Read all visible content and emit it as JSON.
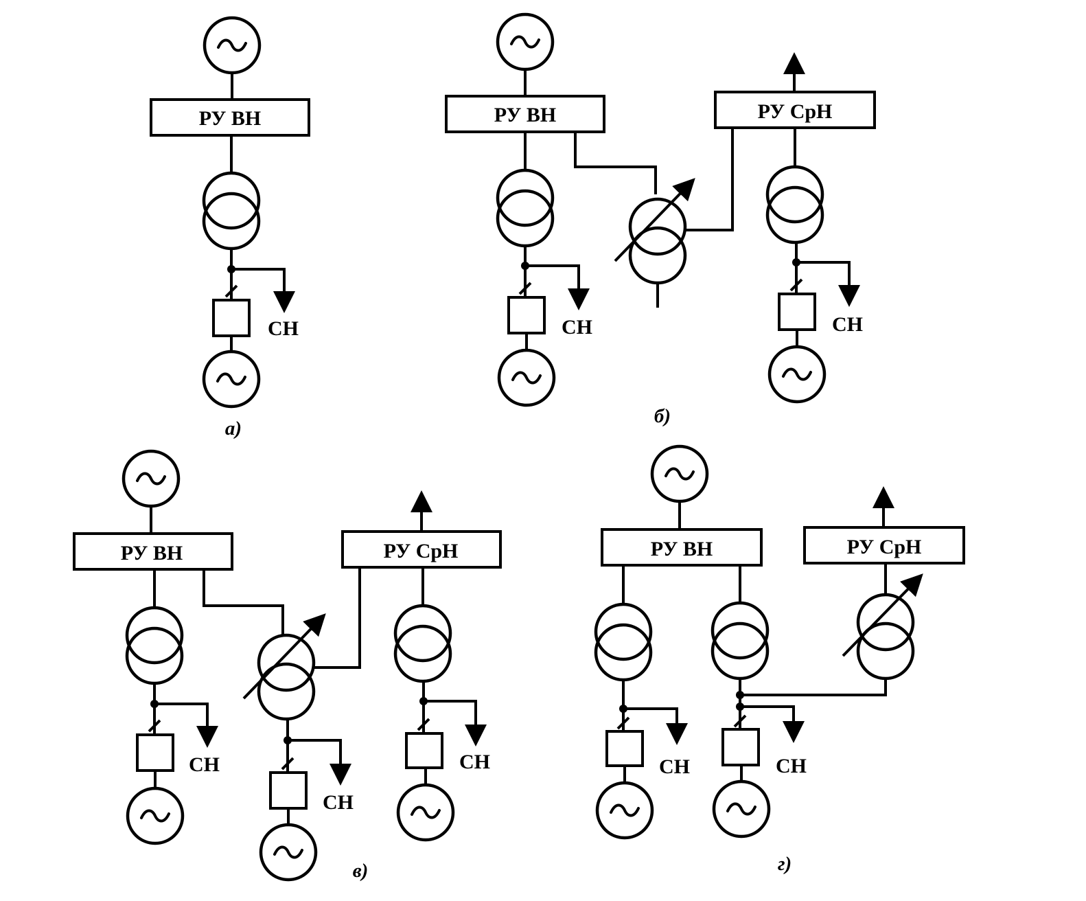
{
  "labels": {
    "bus_hv": "РУ ВН",
    "bus_mv": "РУ СрН",
    "aux": "СН"
  },
  "captions": {
    "a": "а)",
    "b": "б)",
    "v": "в)",
    "g": "г)"
  },
  "symbols": {
    "generator": "~"
  },
  "colors": {
    "line": "#000000",
    "background": "#ffffff"
  }
}
